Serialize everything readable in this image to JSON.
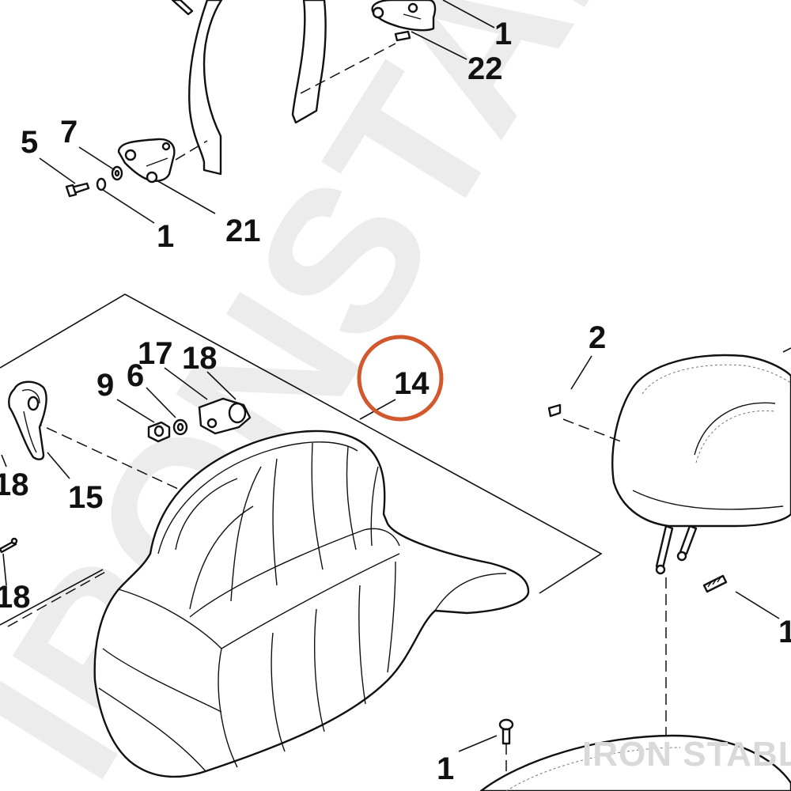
{
  "diagram": {
    "callouts": [
      {
        "id": "c1-top",
        "label": "1"
      },
      {
        "id": "c22",
        "label": "22"
      },
      {
        "id": "c5",
        "label": "5"
      },
      {
        "id": "c7",
        "label": "7"
      },
      {
        "id": "c1-mid",
        "label": "1"
      },
      {
        "id": "c21",
        "label": "21"
      },
      {
        "id": "c2",
        "label": "2"
      },
      {
        "id": "c17",
        "label": "17"
      },
      {
        "id": "c18-a",
        "label": "18"
      },
      {
        "id": "c9",
        "label": "9"
      },
      {
        "id": "c6",
        "label": "6"
      },
      {
        "id": "c14",
        "label": "14"
      },
      {
        "id": "c18-b",
        "label": "18"
      },
      {
        "id": "c15",
        "label": "15"
      },
      {
        "id": "c18-c",
        "label": "18"
      },
      {
        "id": "c1-right",
        "label": "1"
      },
      {
        "id": "c1-bottom",
        "label": "1"
      }
    ],
    "highlight": {
      "label": "14",
      "color": "#d2592e"
    }
  },
  "watermark": {
    "text": "IRON STABLE",
    "color": "#d9d9d9",
    "background_text": "IRONSTABLE"
  }
}
